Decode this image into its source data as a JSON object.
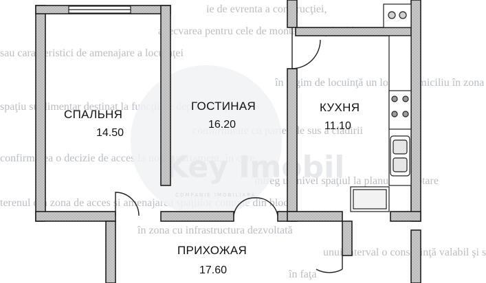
{
  "rooms": {
    "bedroom": {
      "name": "СПАЛЬНЯ",
      "area": "14.50"
    },
    "living": {
      "name": "ГОСТИНАЯ",
      "area": "16.20"
    },
    "kitchen": {
      "name": "КУХНЯ",
      "area": "11.10"
    },
    "hallway": {
      "name": "ПРИХОЖАЯ",
      "area": "17.60"
    }
  },
  "watermark": {
    "brand": "Key Imobil",
    "tagline": "COMPANIE IMOBILIARA"
  },
  "background_text": [
    "ie de evrenta a construcţiei,",
    "adecvarea pentru cele de montare a reţelei libere",
    "sau caracteristici de amenajare a locuinţei",
    "în regim de locuinţă un loc în domiciliu în zona de",
    "spaţiu suplimentar destinat la funcţii de depozitare pentru",
    "conformitate cu partea de sus a clădirii",
    "confirmarea o decizie de acces la noul apartament, în care",
    "întreg un nivel spaţiul la planuri cu dotare",
    "terenul din zona de acces şi amenajarea spaţiilor comune din bloc",
    "în zona cu infrastructura dezvoltată",
    "unui interval o consecinţă valabil şi sau orice alte",
    "în faţa"
  ],
  "colors": {
    "wall_fill": "#c8c8c8",
    "wall_stroke": "#1e1e1e",
    "text": "#111111",
    "background_text": "#b9bec4",
    "watermark": "#e6e8eb"
  }
}
